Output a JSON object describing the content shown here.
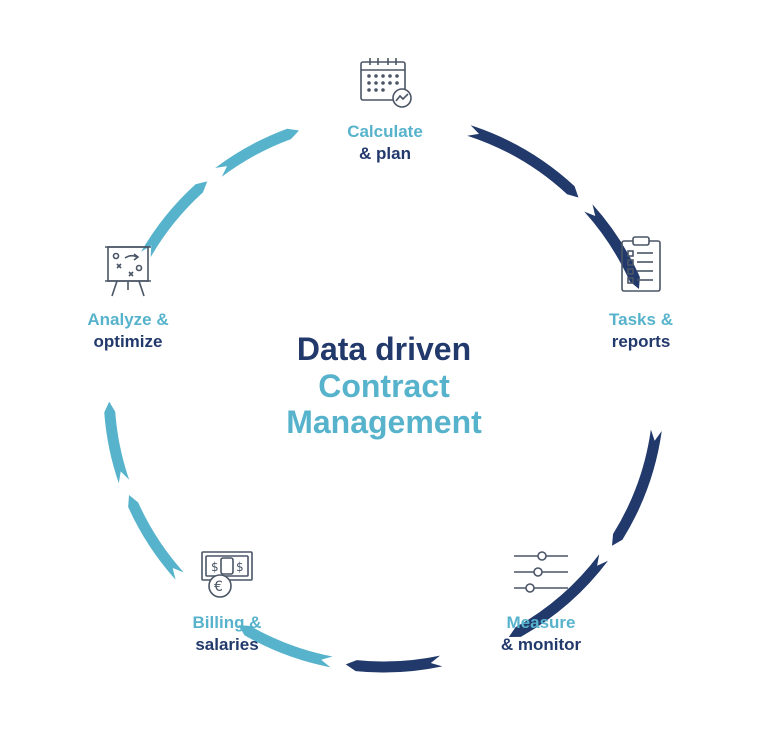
{
  "colors": {
    "light": "#57b3cc",
    "dark": "#22396b",
    "icon": "#4a5566"
  },
  "center": {
    "line1": "Data driven",
    "line2": "Contract",
    "line3": "Management"
  },
  "steps": [
    {
      "id": "calculate",
      "line1": "Calculate",
      "line2": "& plan",
      "icon": "calendar-chart-icon"
    },
    {
      "id": "tasks",
      "line1": "Tasks &",
      "line2": "reports",
      "icon": "clipboard-checklist-icon"
    },
    {
      "id": "measure",
      "line1": "Measure",
      "line2": "& monitor",
      "icon": "sliders-icon"
    },
    {
      "id": "billing",
      "line1": "Billing &",
      "line2": "salaries",
      "icon": "euro-banknotes-icon"
    },
    {
      "id": "analyze",
      "line1": "Analyze &",
      "line2": "optimize",
      "icon": "strategy-board-icon"
    }
  ]
}
